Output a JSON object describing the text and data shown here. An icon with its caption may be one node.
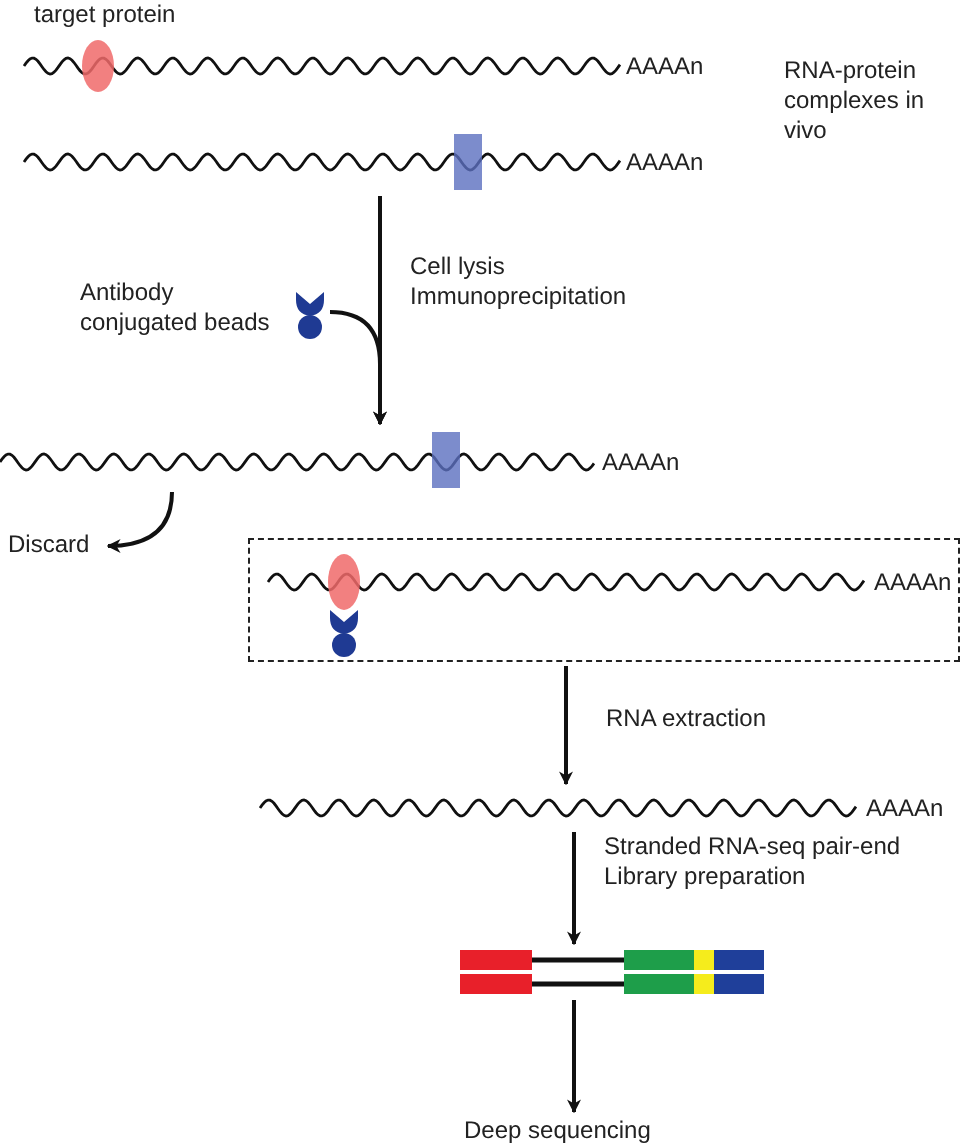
{
  "diagram": {
    "nodes": [
      {
        "text": [
          "AAAAn"
        ]
      },
      {
        "text": [
          "AAAAn"
        ]
      },
      {
        "text": [
          "AAAAn"
        ]
      },
      {
        "text": [
          "Discard"
        ]
      },
      {
        "text": [],
        "shape": "box"
      },
      {
        "text": [
          "AAAAn"
        ],
        "in": 4
      },
      {
        "text": [
          "AAAAn"
        ]
      },
      {
        "text": [],
        "shape": "bar"
      },
      {
        "text": [
          "Deep sequencing"
        ]
      },
      {
        "text": [],
        "shape": "circle",
        "beside": [
          "Antibody conjugated beads"
        ]
      }
    ],
    "edges": [
      {
        "from": 1,
        "to": 2,
        "arrow": "to",
        "label": "Cell lysis Immunoprecipitation"
      },
      {
        "from": 9,
        "to": 2,
        "arrow": "to"
      },
      {
        "from": 2,
        "to": 3,
        "arrow": "to"
      },
      {
        "from": 4,
        "to": 6,
        "arrow": "to",
        "label": "RNA extraction"
      },
      {
        "from": 6,
        "to": 7,
        "arrow": "to",
        "label": "Stranded RNA-seq pair-end Library preparation"
      },
      {
        "from": 7,
        "to": 8,
        "arrow": "to"
      }
    ],
    "labels": [
      "target protein",
      "RNA-protein complexes in vivo"
    ]
  }
}
